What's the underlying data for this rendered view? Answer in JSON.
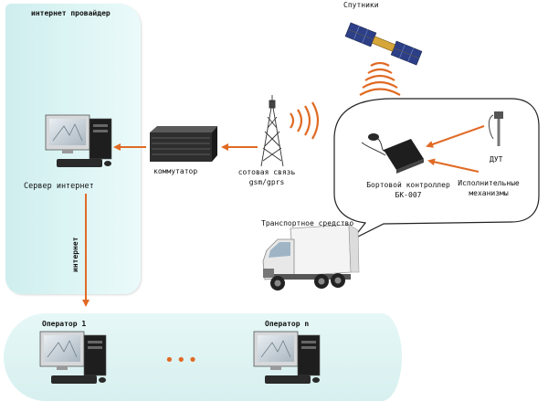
{
  "provider": {
    "title": "интернет провайдер",
    "server_label": "Сервер интернет",
    "link_label": "интернет"
  },
  "network": {
    "switch_label": "коммутатор",
    "cell_label_line1": "сотовая связь",
    "cell_label_line2": "gsm/gprs"
  },
  "satellites": {
    "label": "Спутники"
  },
  "vehicle": {
    "label": "Транспортное средство",
    "controller_line1": "Бортовой контроллер",
    "controller_line2": "БК-007",
    "sensor_label": "ДУТ",
    "actuators_line1": "Исполнительные",
    "actuators_line2": "механизмы"
  },
  "operators": {
    "operator_1": "Оператор 1",
    "operator_n": "Оператор n",
    "ellipsis": "•••"
  },
  "colors": {
    "arrow": "#e06a24",
    "panel": "#d4efef",
    "bubble_border": "#222222"
  }
}
